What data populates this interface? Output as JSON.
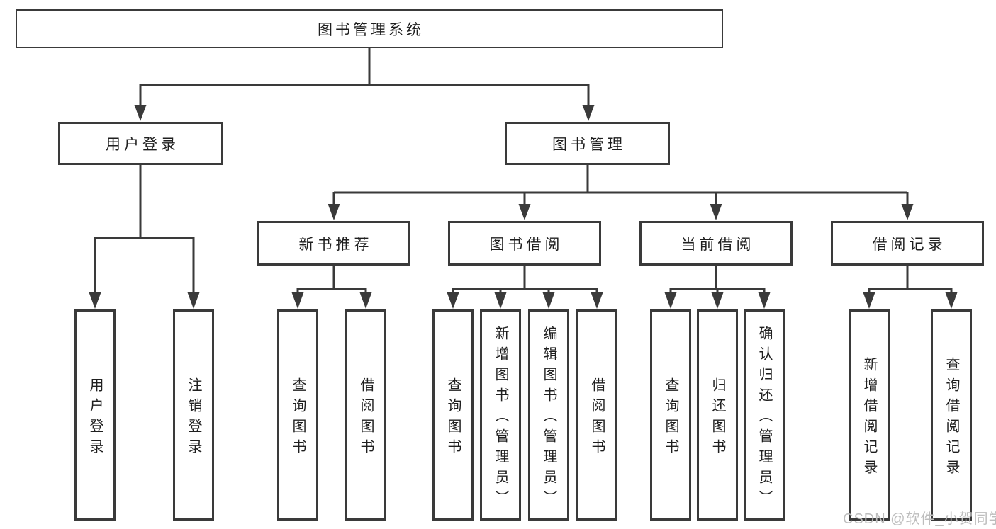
{
  "diagram": {
    "root_label": "图书管理系统",
    "level2": [
      {
        "label": "用户登录"
      },
      {
        "label": "图书管理"
      }
    ],
    "level3": [
      {
        "label": "新书推荐"
      },
      {
        "label": "图书借阅"
      },
      {
        "label": "当前借阅"
      },
      {
        "label": "借阅记录"
      }
    ],
    "leaf_groups": [
      {
        "parent": "用户登录",
        "items": [
          "用户登录",
          "注销登录"
        ]
      },
      {
        "parent": "新书推荐",
        "items": [
          "查询图书",
          "借阅图书"
        ]
      },
      {
        "parent": "图书借阅",
        "items": [
          "查询图书",
          "新增图书（管理员）",
          "编辑图书（管理员）",
          "借阅图书"
        ]
      },
      {
        "parent": "当前借阅",
        "items": [
          "查询图书",
          "归还图书",
          "确认归还（管理员）"
        ]
      },
      {
        "parent": "借阅记录",
        "items": [
          "新增借阅记录",
          "查询借阅记录"
        ]
      }
    ]
  },
  "icons": {
    "arrowhead": "filled-triangle-down"
  },
  "watermark": "CSDN @软件_小贺同学",
  "colors": {
    "line": "#3a3a3a",
    "text": "#1f1f1f",
    "background": "#ffffff",
    "watermark": "#bdbdbd"
  }
}
